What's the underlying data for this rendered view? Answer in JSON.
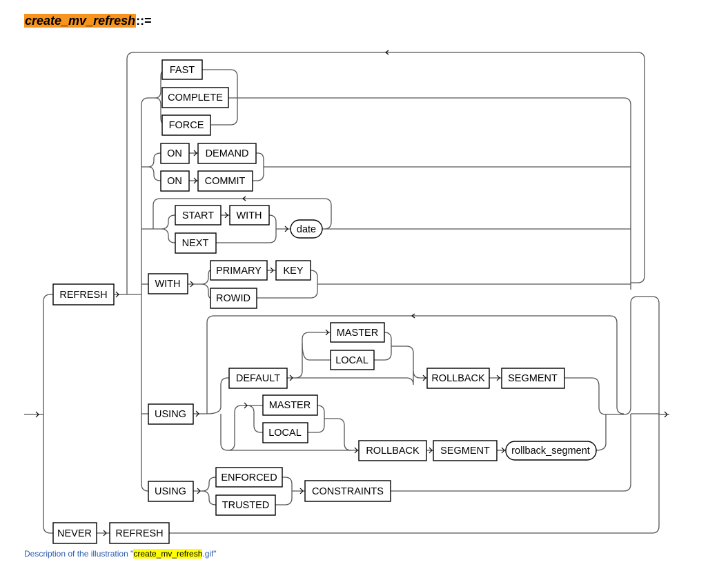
{
  "title": {
    "name": "create_mv_refresh",
    "suffix": "::="
  },
  "caption": {
    "prefix": "Description of the illustration \"",
    "name": "create_mv_refresh",
    "suffix": ".gif\""
  },
  "boxes": {
    "refresh": "REFRESH",
    "fast": "FAST",
    "complete": "COMPLETE",
    "force": "FORCE",
    "on1": "ON",
    "demand": "DEMAND",
    "on2": "ON",
    "commit": "COMMIT",
    "start": "START",
    "with1": "WITH",
    "next": "NEXT",
    "date": "date",
    "with2": "WITH",
    "primary": "PRIMARY",
    "key": "KEY",
    "rowid": "ROWID",
    "using1": "USING",
    "default": "DEFAULT",
    "master1": "MASTER",
    "local1": "LOCAL",
    "rollback1": "ROLLBACK",
    "segment1": "SEGMENT",
    "master2": "MASTER",
    "local2": "LOCAL",
    "rollback2": "ROLLBACK",
    "segment2": "SEGMENT",
    "rollback_segment": "rollback_segment",
    "using2": "USING",
    "enforced": "ENFORCED",
    "trusted": "TRUSTED",
    "constraints": "CONSTRAINTS",
    "never": "NEVER",
    "refresh2": "REFRESH"
  }
}
